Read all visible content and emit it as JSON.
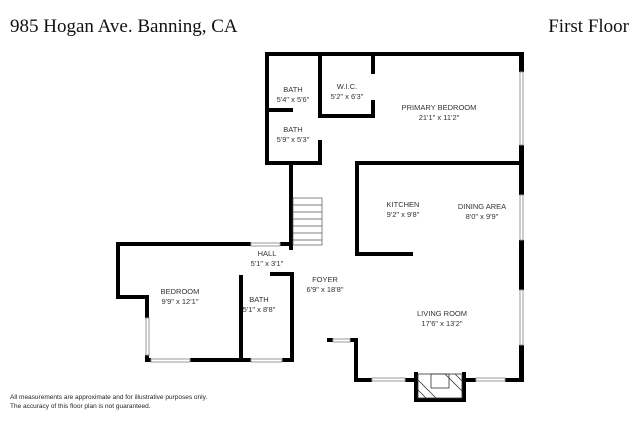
{
  "header": {
    "address": "985 Hogan Ave. Banning, CA",
    "floor": "First Floor"
  },
  "rooms": [
    {
      "name": "BATH",
      "dims": "5'4\" x 5'6\""
    },
    {
      "name": "W.I.C.",
      "dims": "5'2\" x 6'3\""
    },
    {
      "name": "PRIMARY BEDROOM",
      "dims": "21'1\" x 11'2\""
    },
    {
      "name": "BATH",
      "dims": "5'9\" x 5'3\""
    },
    {
      "name": "KITCHEN",
      "dims": "9'2\" x 9'8\""
    },
    {
      "name": "DINING AREA",
      "dims": "8'0\" x 9'9\""
    },
    {
      "name": "HALL",
      "dims": "5'1\" x 3'1\""
    },
    {
      "name": "FOYER",
      "dims": "6'9\" x 18'8\""
    },
    {
      "name": "BEDROOM",
      "dims": "9'9\" x 12'1\""
    },
    {
      "name": "BATH",
      "dims": "5'1\" x 8'8\""
    },
    {
      "name": "LIVING ROOM",
      "dims": "17'6\" x 13'2\""
    }
  ],
  "disclaimer": {
    "line1": "All measurements are approximate and for illustrative purposes only.",
    "line2": "The accuracy of this floor plan is not guaranteed."
  }
}
